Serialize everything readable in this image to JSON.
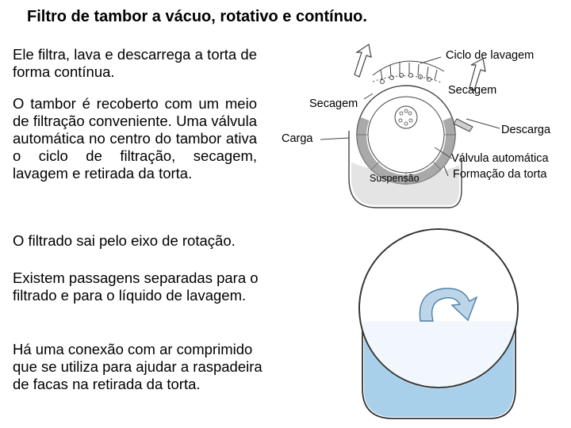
{
  "title": "Filtro de tambor a vácuo, rotativo e contínuo.",
  "paragraphs": {
    "p1": "Ele filtra, lava e descarrega a torta de forma contínua.",
    "p2": "O tambor é recoberto com um meio de filtração conveniente. Uma válvula automática no centro do tambor ativa o ciclo de filtração, secagem, lavagem e retirada da torta.",
    "p3": "O filtrado sai pelo eixo de rotação.",
    "p4": "Existem passagens separadas para o filtrado e para o líquido de lavagem.",
    "p5": "Há uma conexão com ar comprimido que se utiliza para ajudar a raspadeira de facas na retirada da torta."
  },
  "diagram_labels": {
    "ciclo_lavagem": "Ciclo de lavagem",
    "secagem_right": "Secagem",
    "secagem_left": "Secagem",
    "descarga": "Descarga",
    "carga": "Carga",
    "valvula": "Válvula automática",
    "formacao": "Formação da torta",
    "suspensao": "Suspensão"
  },
  "colors": {
    "liquid": "#a8d0ea",
    "drum_ring": "#9a9a9a",
    "rotation_arrow": "#bcd5e8",
    "arrow_outline": "#4f7fa6"
  },
  "icons": [
    "up-arrow-icon",
    "rotation-arrow-icon",
    "spray-nozzle-icon",
    "scraper-knife-icon"
  ]
}
